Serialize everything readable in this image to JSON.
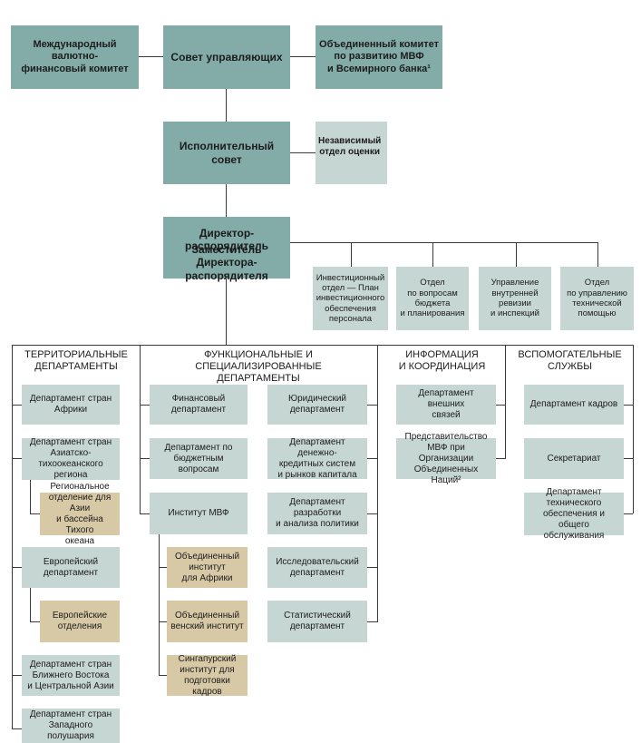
{
  "top": {
    "imfc": "Международный валютно-\nфинансовый комитет",
    "governors": "Совет управляющих",
    "dev_committee": "Объединенный комитет\nпо развитию МВФ\nи Всемирного банка¹",
    "exec_board": "Исполнительный совет",
    "ieo": "Независимый\nотдел оценки",
    "md_title": "Директор-распорядитель",
    "md_sub": "Заместитель Директора-\nраспорядителя"
  },
  "offices": [
    "Инвестиционный\nотдел — План\nинвестиционного\nобеспечения\nперсонала",
    "Отдел\nпо вопросам\nбюджета\nи планирования",
    "Управление\nвнутренней\nревизии\nи инспекций",
    "Отдел\nпо управлению\nтехнической\nпомощью"
  ],
  "headers": {
    "area": "ТЕРРИТОРИАЛЬНЫЕ\nДЕПАРТАМЕНТЫ",
    "functional": "ФУНКЦИОНАЛЬНЫЕ И СПЕЦИАЛИЗИРОВАННЫЕ\nДЕПАРТАМЕНТЫ",
    "info": "ИНФОРМАЦИЯ\nИ КООРДИНАЦИЯ",
    "support": "ВСПОМОГАТЕЛЬНЫЕ\nСЛУЖБЫ"
  },
  "area": {
    "africa": "Департамент стран\nАфрики",
    "asia": "Департамент стран\nАзиатско-тихоокеанского\nрегиона",
    "asia_office": "Региональное\nотделение для Азии\nи бассейна Тихого\nокеана",
    "europe": "Европейский\nдепартамент",
    "europe_offices": "Европейские\nотделения",
    "middle_east": "Департамент стран\nБлижнего Востока\nи Центральной Азии",
    "western": "Департамент стран\nЗападного полушария"
  },
  "functional": {
    "finance": "Финансовый\nдепартамент",
    "budget": "Департамент по\nбюджетным вопросам",
    "institute": "Институт МВФ",
    "inst_africa": "Объединенный\nинститут\nдля Африки",
    "inst_vienna": "Объединенный\nвенский институт",
    "inst_singapore": "Сингапурский\nинститут для\nподготовки кадров",
    "legal": "Юридический\nдепартамент",
    "monetary": "Департамент денежно-\nкредитных систем\nи рынков капитала",
    "policy": "Департамент разработки\nи анализа политики",
    "research": "Исследовательский\nдепартамент",
    "statistics": "Статистический\nдепартамент"
  },
  "info": {
    "external": "Департамент внешних\nсвязей",
    "un_office": "Представительство\nМВФ при Организации\nОбъединенных Наций²"
  },
  "support": {
    "hr": "Департамент кадров",
    "secretariat": "Секретариат",
    "technology": "Департамент\nтехнического\nобеспечения и общего\nобслуживания"
  }
}
